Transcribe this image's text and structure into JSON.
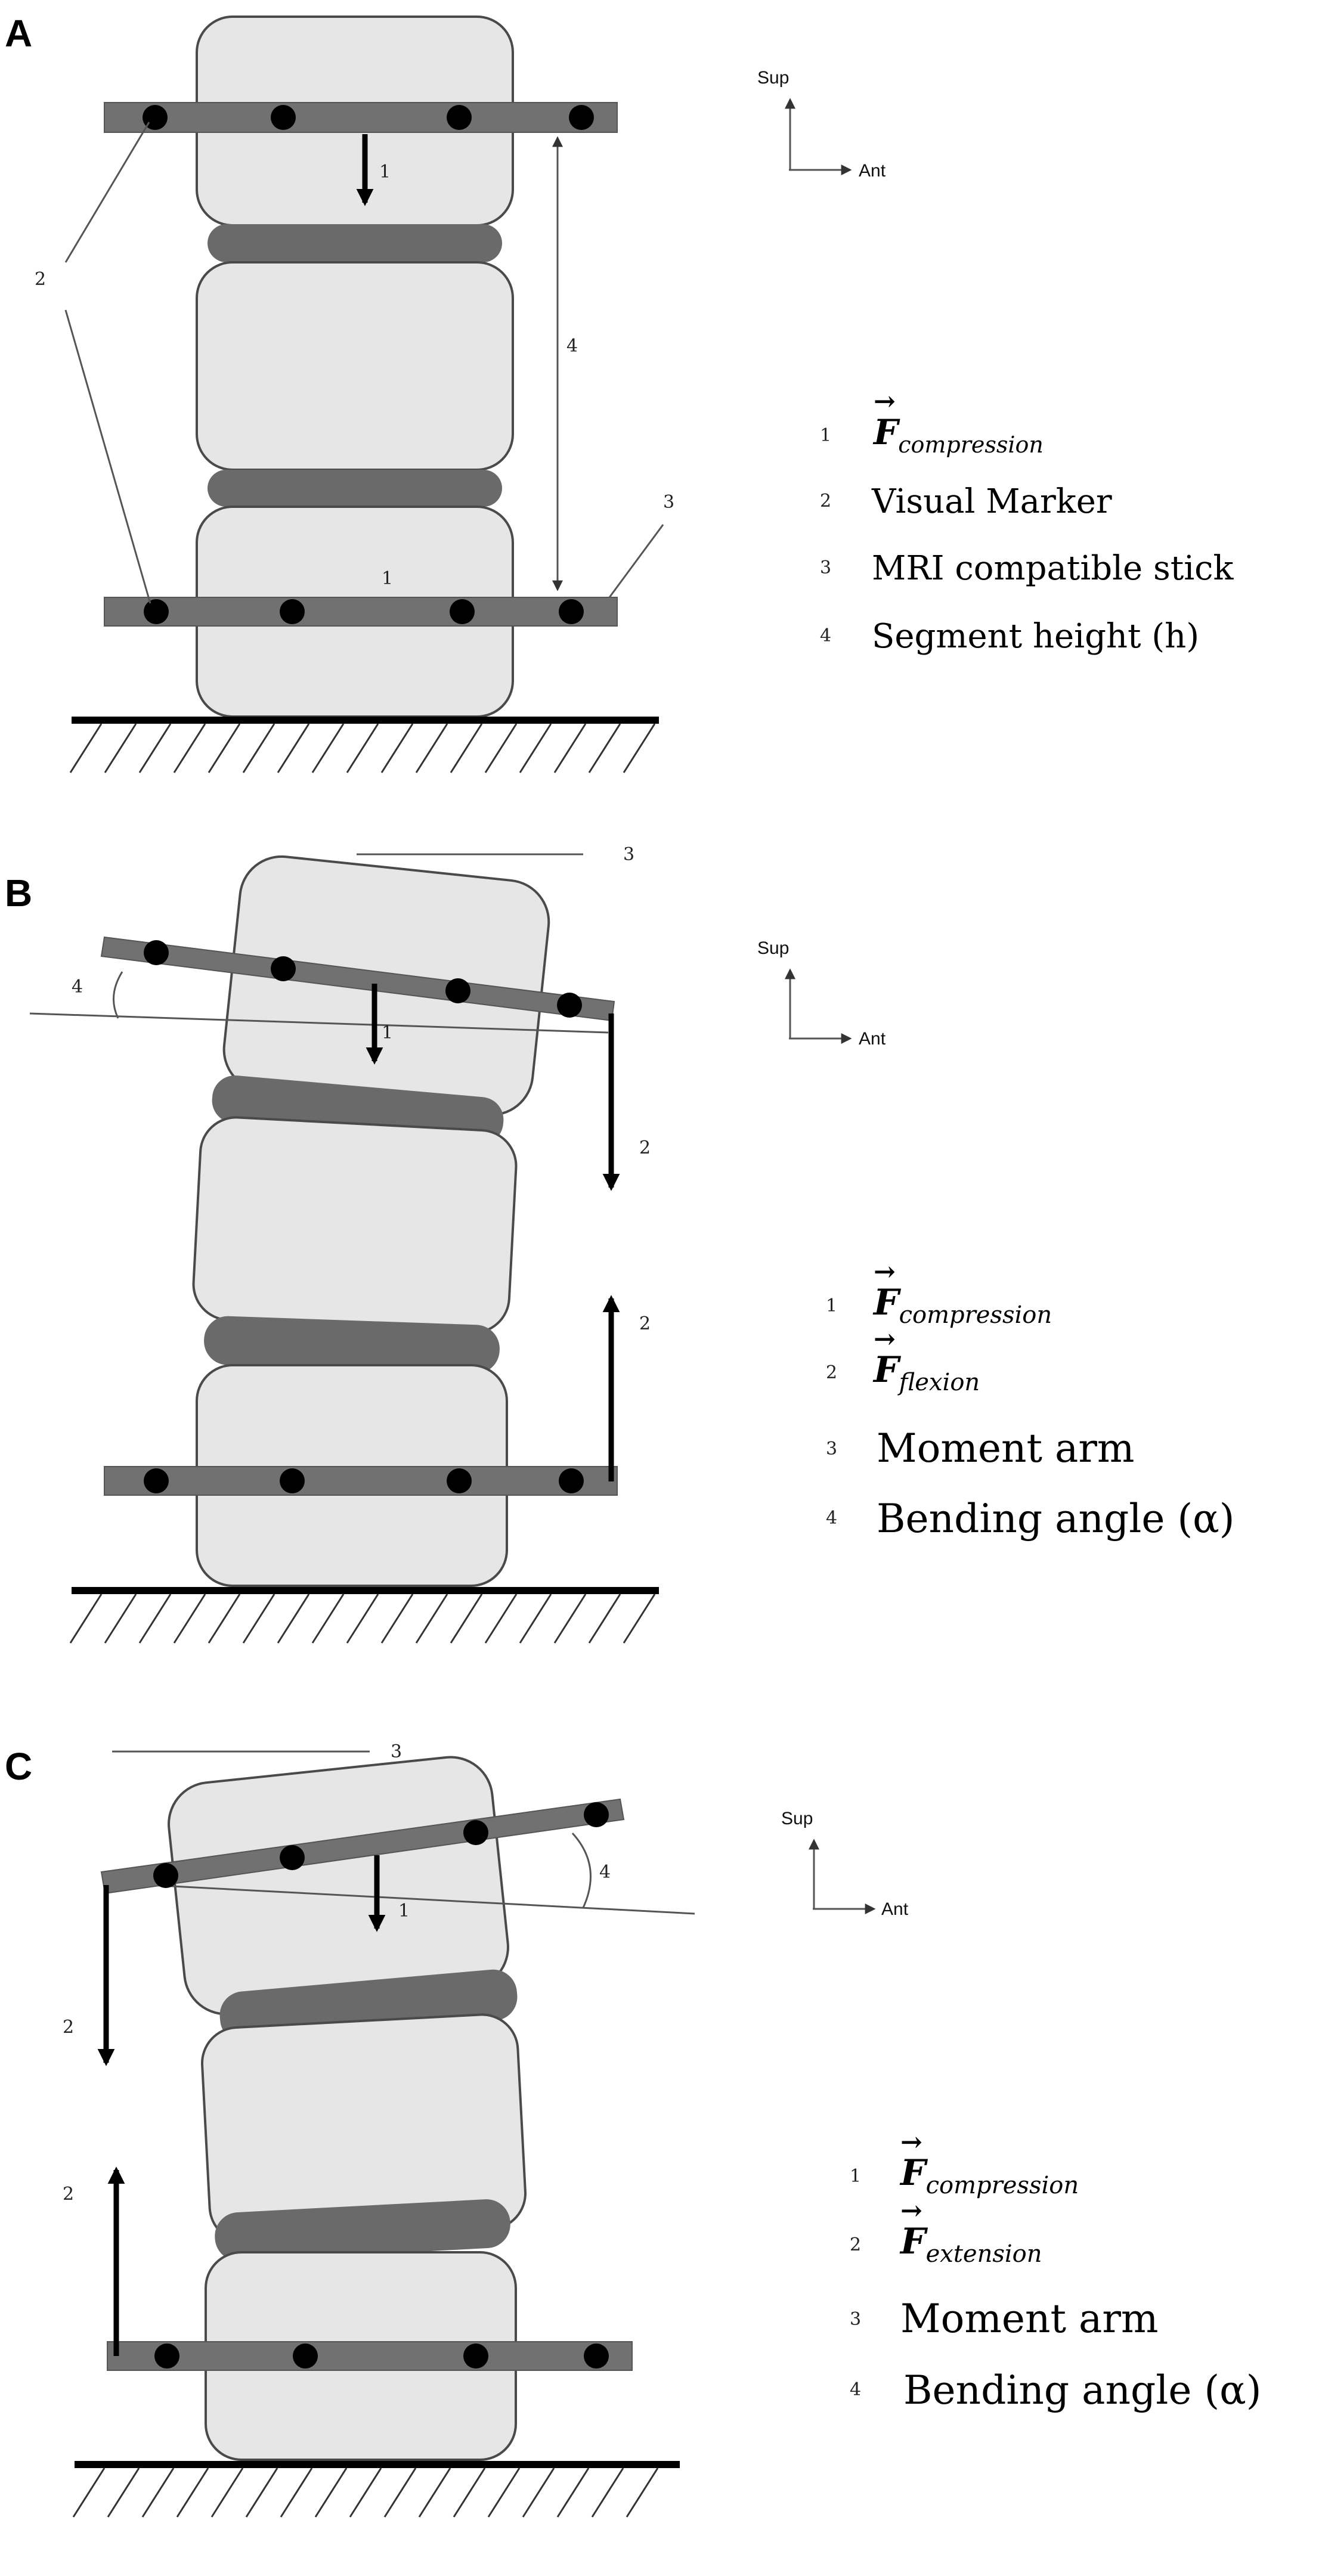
{
  "panels": {
    "A": {
      "letter": "A",
      "labels": {
        "force": "1",
        "marker": "2",
        "stick": "3",
        "height": "4",
        "bottom_force": "1"
      },
      "axes": {
        "sup": "Sup",
        "ant": "Ant"
      },
      "legend": [
        {
          "num": "1",
          "symbol": "F",
          "subscript": "compression"
        },
        {
          "num": "2",
          "text": "Visual Marker"
        },
        {
          "num": "3",
          "text": "MRI compatible stick"
        },
        {
          "num": "4",
          "text": "Segment height (h)"
        }
      ]
    },
    "B": {
      "letter": "B",
      "labels": {
        "arm": "3",
        "angle": "4",
        "force": "1",
        "flex_down": "2",
        "flex_up": "2"
      },
      "axes": {
        "sup": "Sup",
        "ant": "Ant"
      },
      "legend": [
        {
          "num": "1",
          "symbol": "F",
          "subscript": "compression"
        },
        {
          "num": "2",
          "symbol": "F",
          "subscript": "flexion"
        },
        {
          "num": "3",
          "text": "Moment arm"
        },
        {
          "num": "4",
          "text": "Bending angle (α)"
        }
      ]
    },
    "C": {
      "letter": "C",
      "labels": {
        "arm": "3",
        "angle": "4",
        "force": "1",
        "ext_down": "2",
        "ext_up": "2"
      },
      "axes": {
        "sup": "Sup",
        "ant": "Ant"
      },
      "legend": [
        {
          "num": "1",
          "symbol": "F",
          "subscript": "compression"
        },
        {
          "num": "2",
          "symbol": "F",
          "subscript": "extension"
        },
        {
          "num": "3",
          "text": "Moment arm"
        },
        {
          "num": "4",
          "text": "Bending angle (α)"
        }
      ]
    }
  }
}
